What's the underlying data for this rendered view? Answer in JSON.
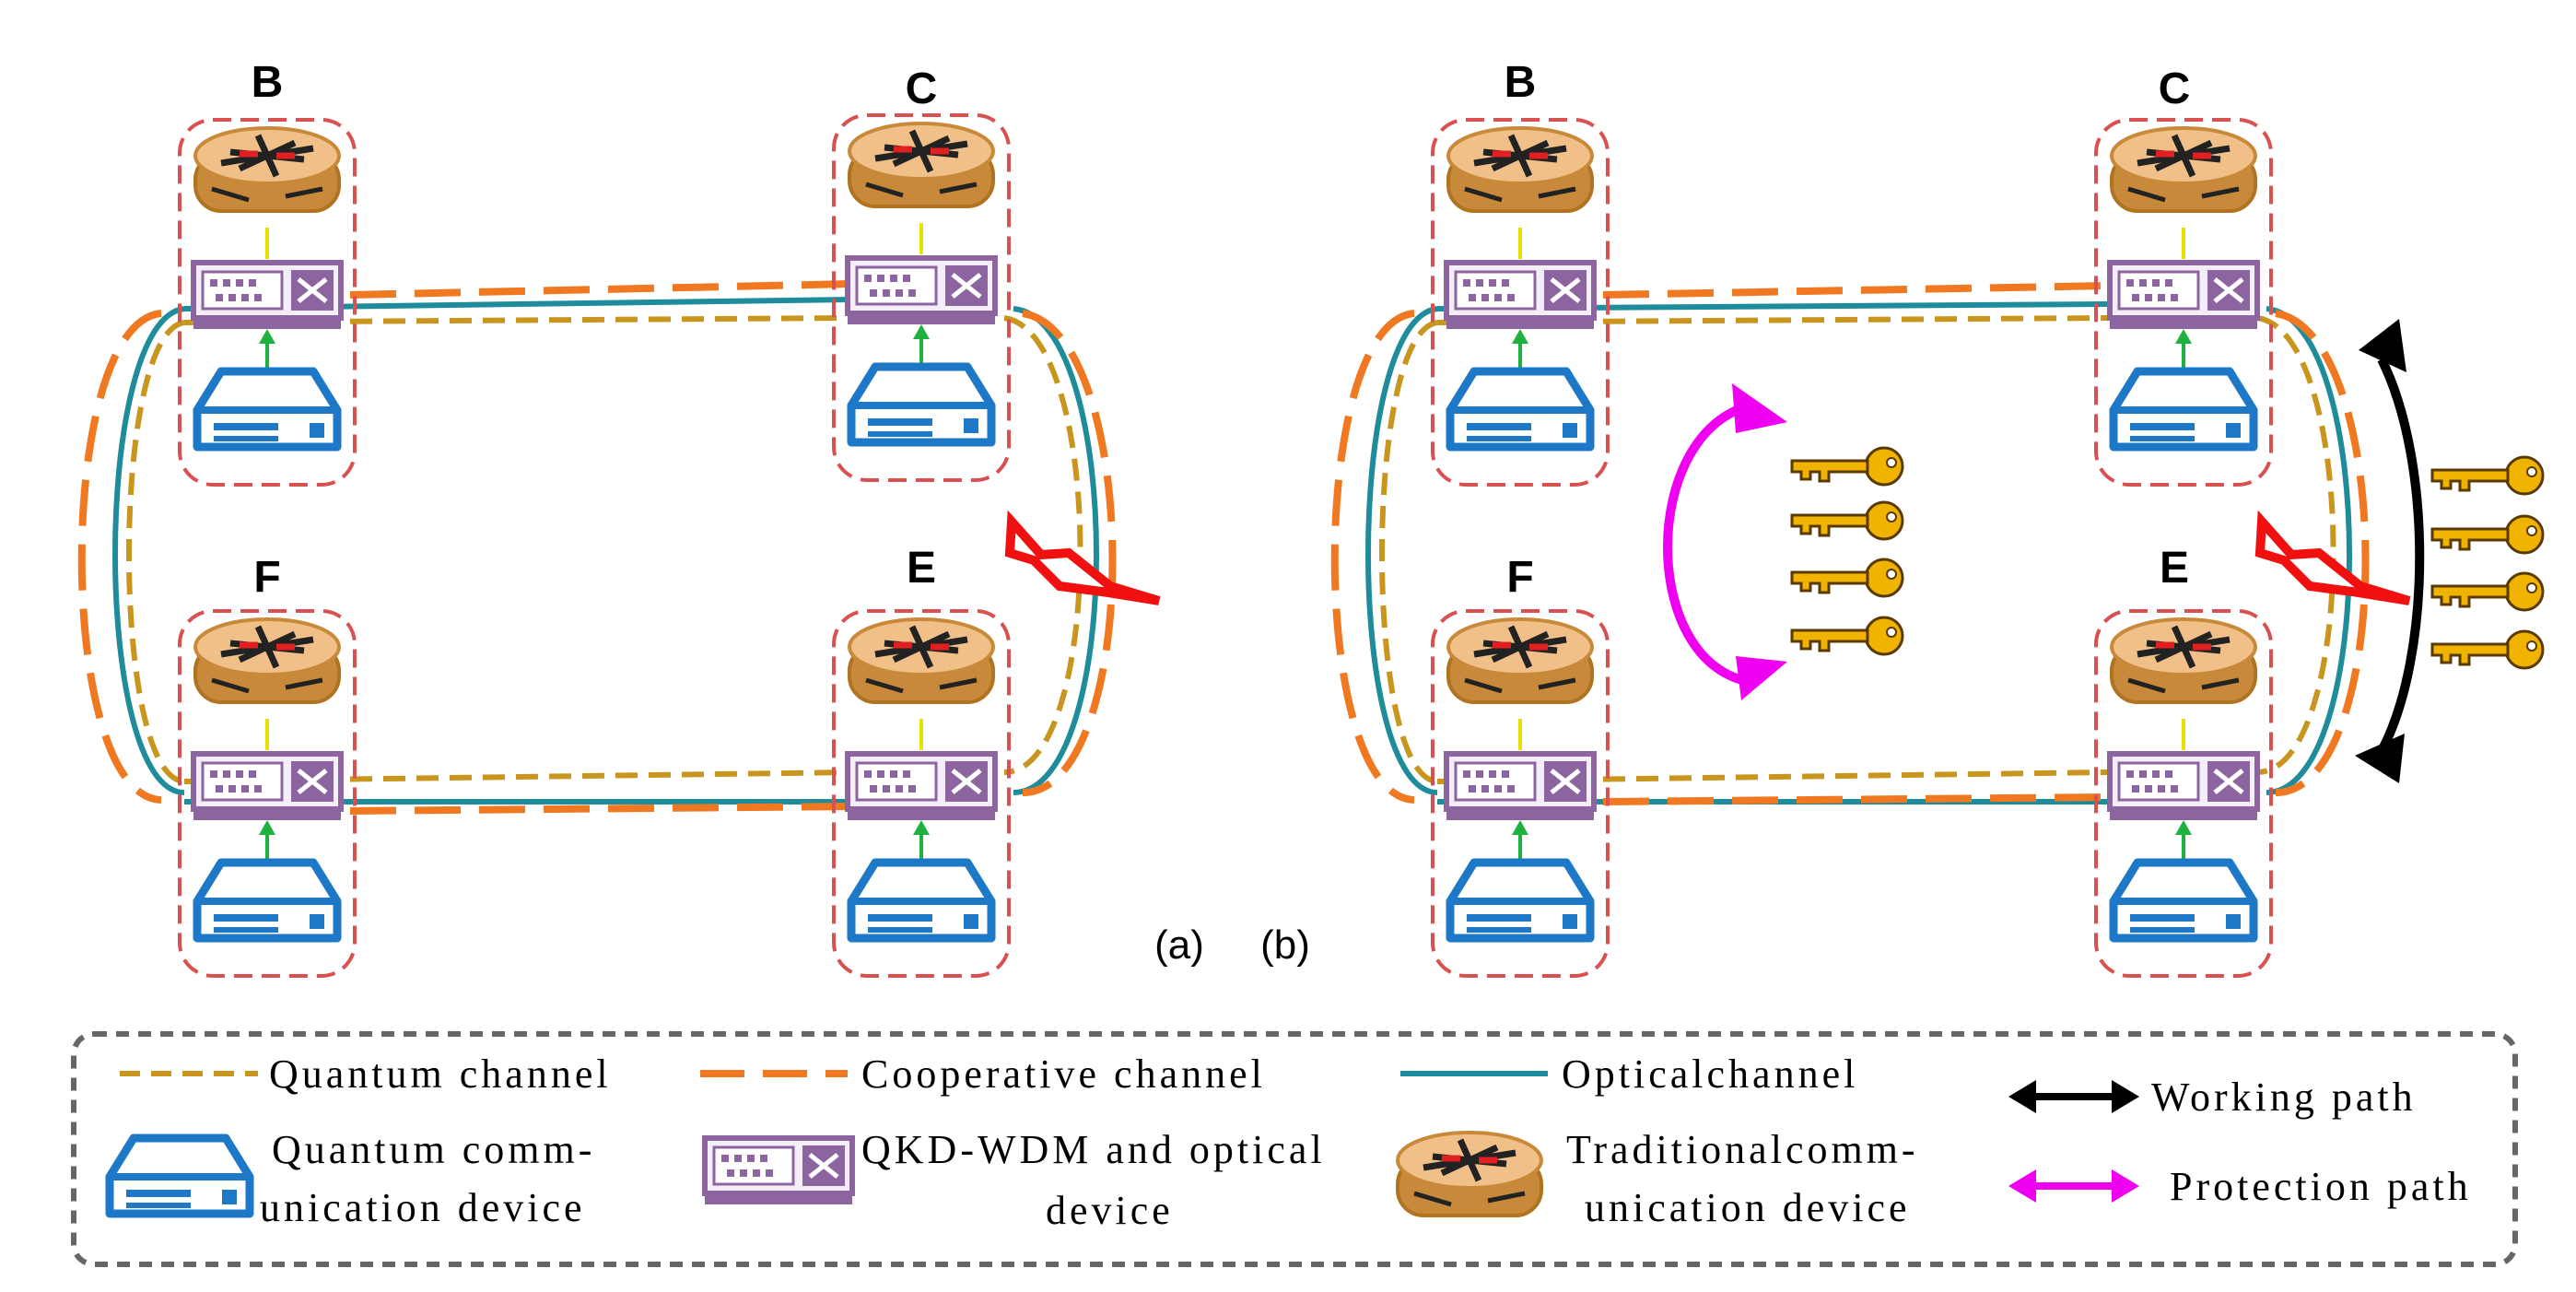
{
  "panels": [
    {
      "caption": "(a)",
      "nodes": [
        {
          "id": "B",
          "label": "B"
        },
        {
          "id": "C",
          "label": "C"
        },
        {
          "id": "F",
          "label": "F"
        },
        {
          "id": "E",
          "label": "E"
        }
      ]
    },
    {
      "caption": "(b)",
      "nodes": [
        {
          "id": "B",
          "label": "B"
        },
        {
          "id": "C",
          "label": "C"
        },
        {
          "id": "F",
          "label": "F"
        },
        {
          "id": "E",
          "label": "E"
        }
      ]
    }
  ],
  "legend": {
    "quantum_channel": "Quantum channel",
    "cooperative_channel": "Cooperative channel",
    "optical_channel": "Opticalchannel",
    "working_path": "Working path",
    "protection_path": "Protection path",
    "quantum_device_line1": "Quantum comm-",
    "quantum_device_line2": "unication device",
    "qkd_line1": "QKD-WDM and optical",
    "qkd_line2": "device",
    "traditional_line1": "Traditionalcomm-",
    "traditional_line2": "unication device"
  },
  "colors": {
    "quantum_channel": "#c8961e",
    "cooperative_channel": "#f07820",
    "optical_channel": "#1e8c9b",
    "working_path": "#000000",
    "protection_path": "#f000f0",
    "node_box": "#d85050",
    "qkd_device": "#8c64a0",
    "quantum_device": "#1e78c8",
    "router": "#e0a050",
    "key": "#f0b400",
    "fault": "#f01010"
  }
}
